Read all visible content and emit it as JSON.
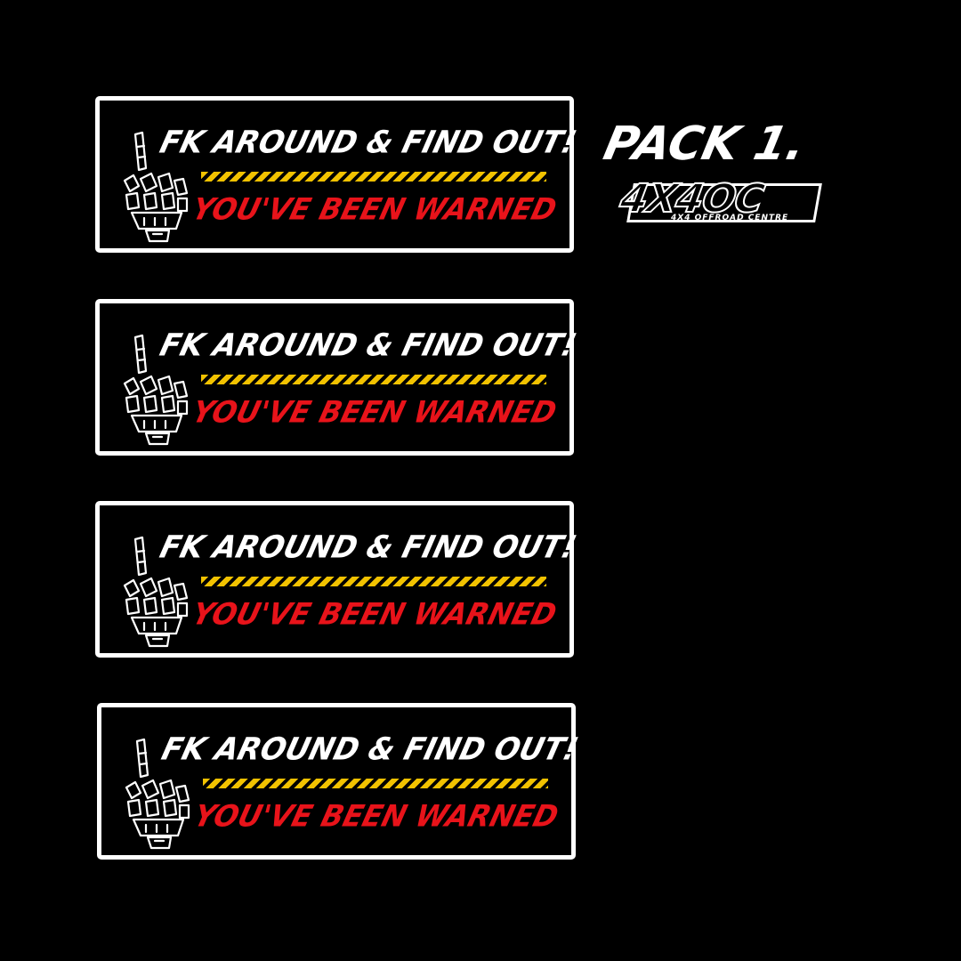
{
  "stickers": [
    {
      "line1": "FK AROUND & FIND OUT!",
      "line2": "YOU'VE BEEN WARNED"
    },
    {
      "line1": "FK AROUND & FIND OUT!",
      "line2": "YOU'VE BEEN WARNED"
    },
    {
      "line1": "FK AROUND & FIND OUT!",
      "line2": "YOU'VE BEEN WARNED"
    },
    {
      "line1": "FK AROUND & FIND OUT!",
      "line2": "YOU'VE BEEN WARNED"
    }
  ],
  "pack": {
    "title": "PACK 1.",
    "logo_main": "4X4OC",
    "logo_sub": "4X4 OFFROAD CENTRE"
  },
  "icons": {
    "sticker_icon": "skeleton-middle-finger-hand-icon",
    "stripe": "hazard-stripe"
  },
  "colors": {
    "background": "#000000",
    "border": "#ffffff",
    "line1": "#ffffff",
    "line2": "#e8131a",
    "hazard_yellow": "#f2c200"
  }
}
